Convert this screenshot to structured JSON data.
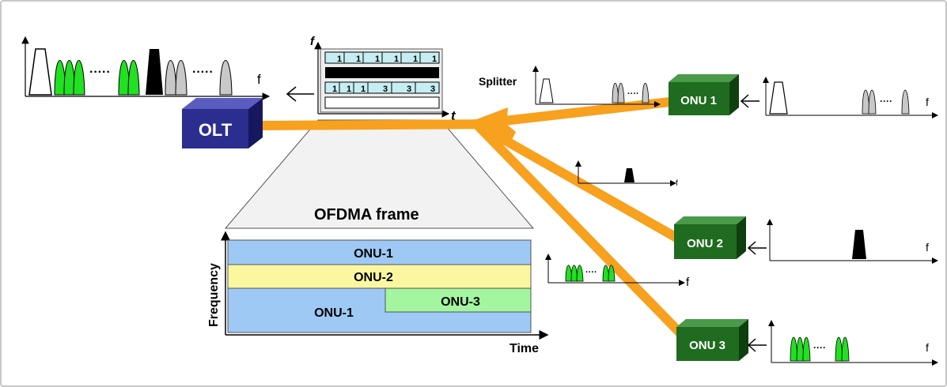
{
  "olt": {
    "label": "OLT"
  },
  "splitter": {
    "label": "Splitter"
  },
  "onus": [
    {
      "label": "ONU 1"
    },
    {
      "label": "ONU 2"
    },
    {
      "label": "ONU 3"
    }
  ],
  "axes": {
    "f": "f",
    "t": "t"
  },
  "time_grid": {
    "row1": [
      "1",
      "1",
      "1",
      "1",
      "1",
      "1"
    ],
    "row3": [
      "1",
      "1",
      "1",
      "3",
      "3",
      "3"
    ]
  },
  "ofdma": {
    "title": "OFDMA frame",
    "ylabel": "Frequency",
    "xlabel": "Time",
    "bands": {
      "band1": "ONU-1",
      "band2": "ONU-2",
      "band3_left": "ONU-1",
      "band3_right": "ONU-3"
    }
  },
  "colors": {
    "fiber": "#f7a11f",
    "olt_front": "#2b2d8f",
    "olt_top": "#5a5cc0",
    "olt_side": "#16175e",
    "onu_front": "#1f6b1f",
    "onu_top": "#4a9a4a",
    "onu_side": "#0f3f0f",
    "band_blue": "#9ec9f5",
    "band_yellow": "#fbf7a0",
    "band_green": "#a3f5a0",
    "cell_blue": "#c6eef2",
    "pulse_green": "#22e022",
    "pulse_grey": "#c8c8c8"
  }
}
